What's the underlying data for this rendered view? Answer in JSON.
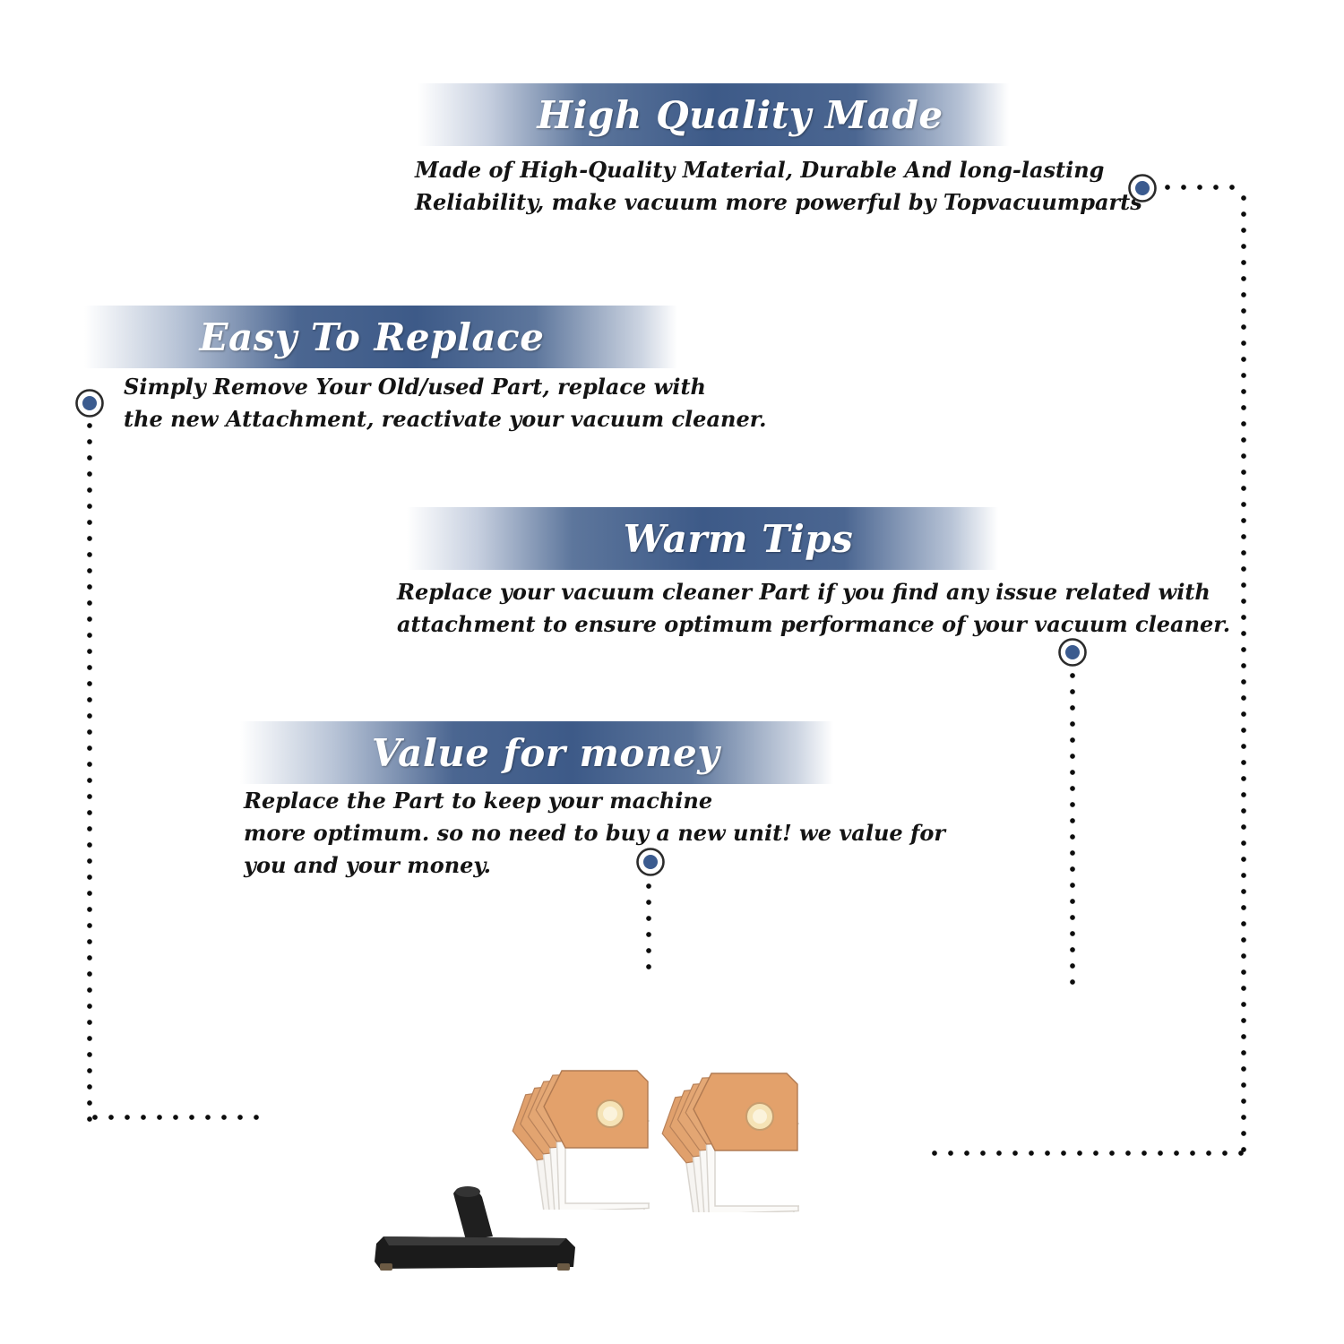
{
  "sections": [
    {
      "title": "High Quality Made",
      "lines": [
        "Made of  High-Quality Material, Durable And long-lasting",
        "Reliability, make vacuum more powerful by Topvacuumparts"
      ]
    },
    {
      "title": "Easy To Replace",
      "lines": [
        "Simply Remove Your Old/used Part, replace with",
        "the new Attachment, reactivate your vacuum cleaner."
      ]
    },
    {
      "title": "Warm Tips",
      "lines": [
        "Replace your vacuum cleaner Part if you find any issue related with",
        " attachment to ensure optimum performance of your vacuum cleaner."
      ]
    },
    {
      "title": "Value for money",
      "lines": [
        "Replace the Part to keep your machine",
        "more optimum. so no need to buy a new unit! we value for",
        "you and your money."
      ]
    }
  ],
  "colors": {
    "banner_blue": "#3d5a88",
    "target_blue": "#3b5b8f",
    "bag_orange": "#e0a06c",
    "tool_black": "#1b1b1b"
  },
  "icons": [
    "target-marker-icon",
    "dotted-connector-line"
  ],
  "products": [
    "filter-bag-stack",
    "filter-bag-stack",
    "floor-nozzle-tool"
  ]
}
